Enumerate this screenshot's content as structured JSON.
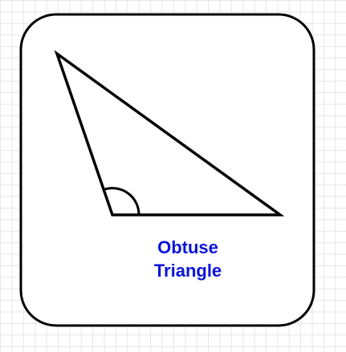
{
  "card": {
    "border_color": "#000000",
    "background": "#ffffff"
  },
  "shape": {
    "name": "obtuse-triangle",
    "stroke_color": "#000000",
    "obtuse_angle_marker": "arc"
  },
  "label": {
    "line1": "Obtuse",
    "line2": "Triangle",
    "color": "#0a13d9"
  }
}
